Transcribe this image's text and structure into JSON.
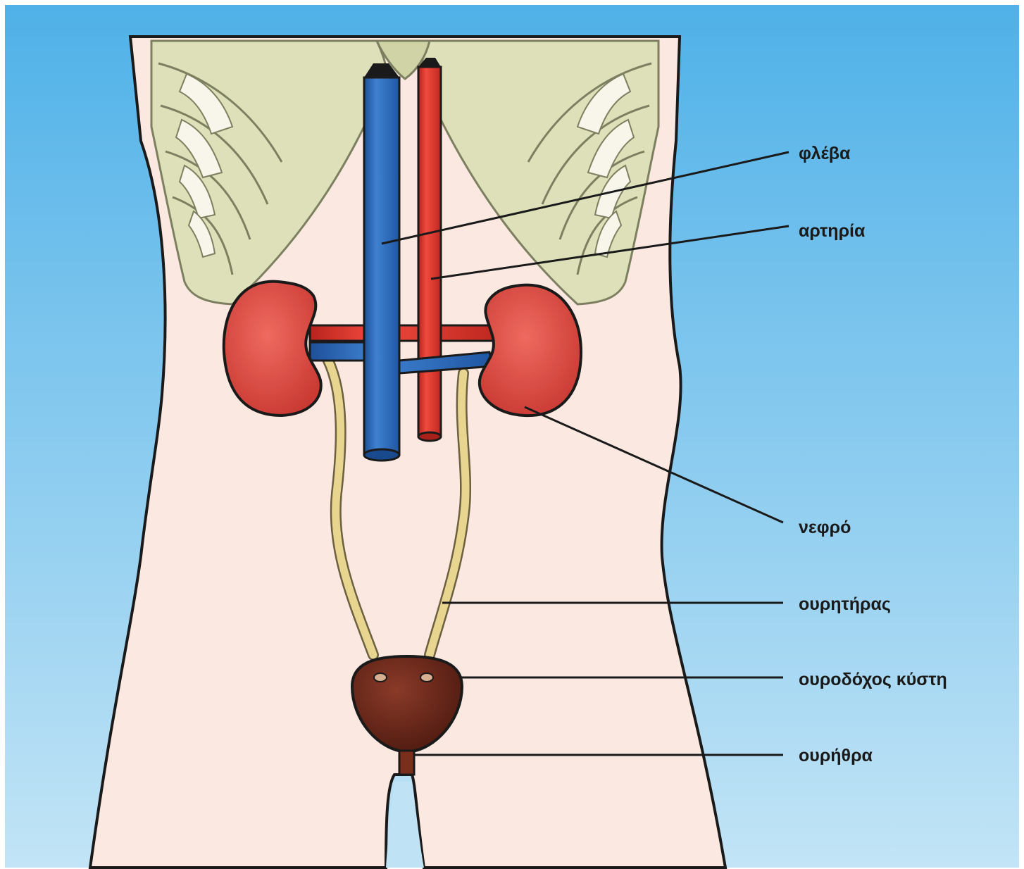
{
  "labels": {
    "vein": "φλέβα",
    "artery": "αρτηρία",
    "kidney": "νεφρό",
    "ureter": "ουρητήρας",
    "bladder": "ουροδόχος κύστη",
    "urethra": "ουρήθρα"
  },
  "colors": {
    "background_top": "#4fb1e8",
    "background_bottom": "#c2e4f6",
    "body": "#fbe9e1",
    "ribs": "#dde0b8",
    "vein": "#2c66b8",
    "artery": "#e0342b",
    "kidney": "#e45049",
    "ureter": "#e8d590",
    "bladder": "#6e2a1c"
  }
}
